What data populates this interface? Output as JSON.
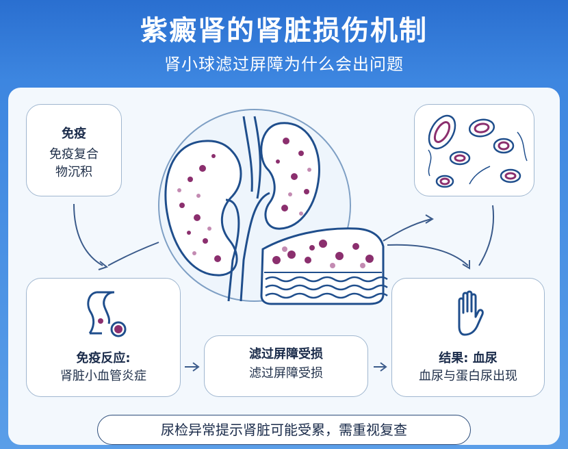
{
  "header": {
    "title": "紫癜肾的肾脏损伤机制",
    "subtitle": "肾小球滤过屏障为什么会出问题"
  },
  "cards": {
    "immune": {
      "head": "免疫",
      "body_line1": "免疫复合",
      "body_line2": "物沉积"
    },
    "vasculitis": {
      "head": "免疫反应:",
      "body": "肾脏小血管炎症"
    },
    "barrier": {
      "head": "滤过屏障受损",
      "body": "滤过屏障受损"
    },
    "result": {
      "head": "结果: 血尿",
      "body": "血尿与蛋白尿出现"
    }
  },
  "footer": {
    "note": "尿检异常提示肾脏可能受累，需重视复查"
  },
  "icons": {
    "vessel": "vessel-with-deposit-icon",
    "hand": "raised-hand-icon",
    "cells": "red-blood-cells-icon",
    "kidney": "kidney-illustration-icon",
    "membrane": "filtration-membrane-icon"
  },
  "colors": {
    "background": "#3d86e0",
    "outline": "#1f4e8c",
    "deposit": "#8b2f6e"
  }
}
